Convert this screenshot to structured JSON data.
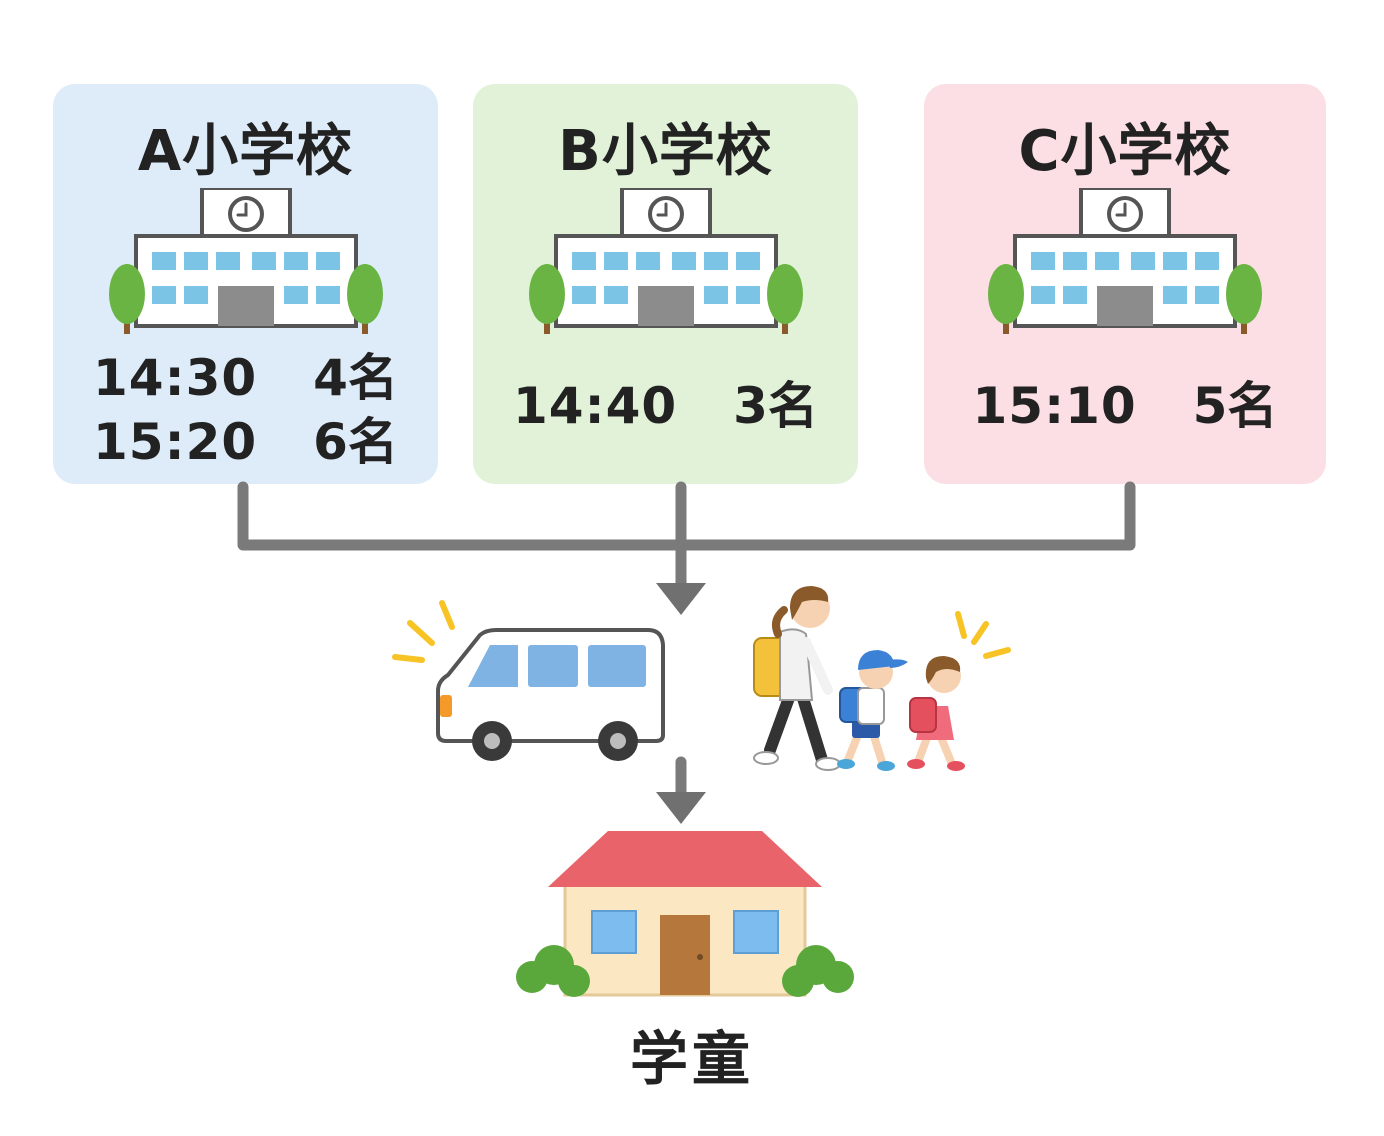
{
  "schools": [
    {
      "name": "A小学校",
      "rows": [
        {
          "time": "14:30",
          "count": "4名"
        },
        {
          "time": "15:20",
          "count": "6名"
        }
      ]
    },
    {
      "name": "B小学校",
      "rows": [
        {
          "time": "14:40",
          "count": "3名"
        }
      ]
    },
    {
      "name": "C小学校",
      "rows": [
        {
          "time": "15:10",
          "count": "5名"
        }
      ]
    }
  ],
  "destination": {
    "label": "学童"
  },
  "colors": {
    "card_a": "#deecfa",
    "card_b": "#e1f2d9",
    "card_c": "#fbdfe4",
    "connector": "#7a7a7a",
    "roof": "#e8636a"
  }
}
